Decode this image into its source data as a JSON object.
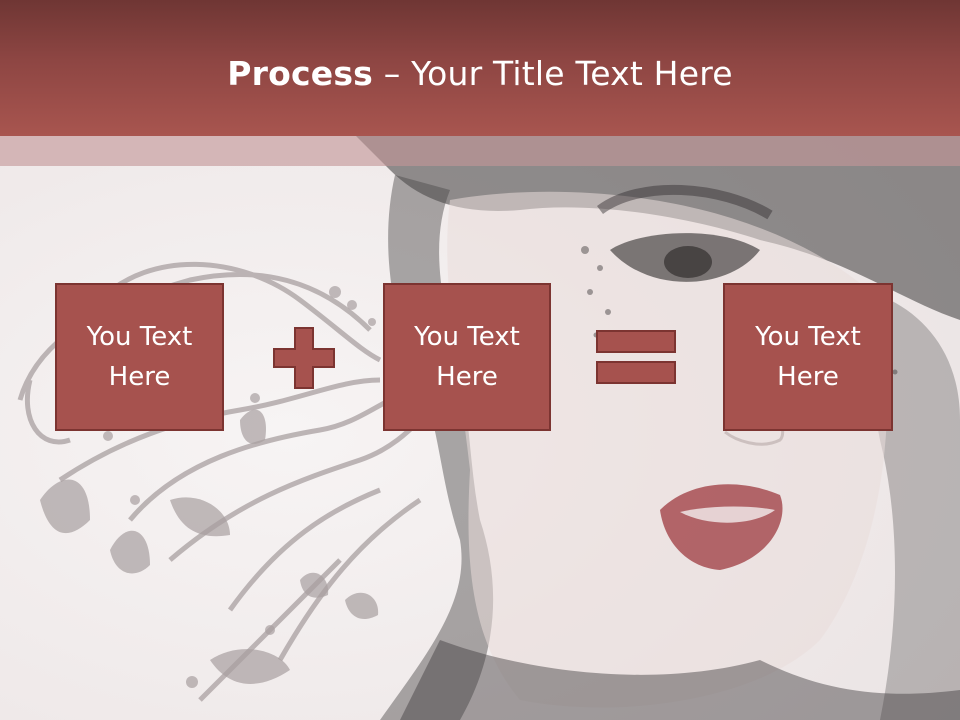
{
  "header": {
    "title_bold": "Process",
    "title_rest": " – Your Title Text Here"
  },
  "process": {
    "box1": "You Text Here",
    "box2": "You Text Here",
    "box3": "You Text Here",
    "plus_icon": "plus-icon",
    "equals_icon": "equals-icon"
  },
  "colors": {
    "header_top": "#6f3634",
    "header_bottom": "#a8554f",
    "box_fill": "#a6524e",
    "box_border": "#7c3431"
  }
}
